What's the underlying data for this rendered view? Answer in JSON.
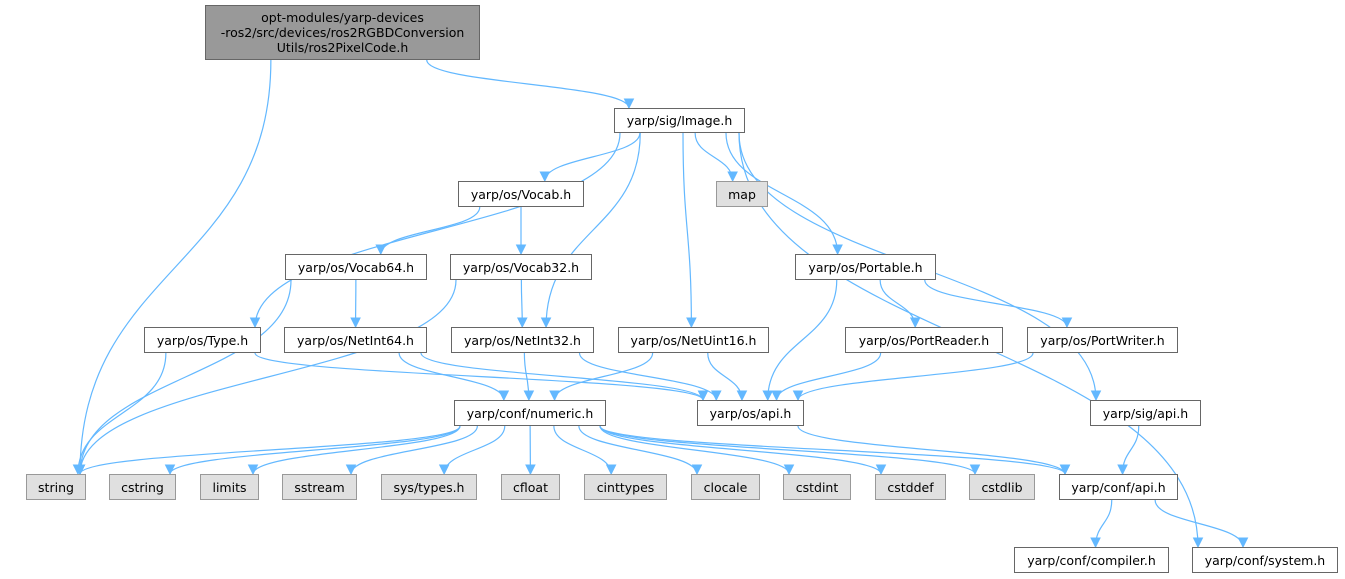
{
  "diagram": {
    "title": "Include dependency graph for ros2PixelCode.h",
    "colors": {
      "edge": "#63b8ff",
      "root_fill": "#999999",
      "ext_fill": "#e0e0e0",
      "node_border": "#666666"
    },
    "nodes": {
      "root": {
        "lines": [
          "opt-modules/yarp-devices",
          "-ros2/src/devices/ros2RGBDConversion",
          "Utils/ros2PixelCode.h"
        ],
        "kind": "root"
      },
      "image": {
        "label": "yarp/sig/Image.h",
        "kind": "internal"
      },
      "vocab": {
        "label": "yarp/os/Vocab.h",
        "kind": "internal"
      },
      "map": {
        "label": "map",
        "kind": "external"
      },
      "portable": {
        "label": "yarp/os/Portable.h",
        "kind": "internal"
      },
      "vocab64": {
        "label": "yarp/os/Vocab64.h",
        "kind": "internal"
      },
      "vocab32": {
        "label": "yarp/os/Vocab32.h",
        "kind": "internal"
      },
      "type": {
        "label": "yarp/os/Type.h",
        "kind": "internal"
      },
      "netint64": {
        "label": "yarp/os/NetInt64.h",
        "kind": "internal"
      },
      "netint32": {
        "label": "yarp/os/NetInt32.h",
        "kind": "internal"
      },
      "netuint16": {
        "label": "yarp/os/NetUint16.h",
        "kind": "internal"
      },
      "portreader": {
        "label": "yarp/os/PortReader.h",
        "kind": "internal"
      },
      "portwriter": {
        "label": "yarp/os/PortWriter.h",
        "kind": "internal"
      },
      "numeric": {
        "label": "yarp/conf/numeric.h",
        "kind": "internal"
      },
      "osapi": {
        "label": "yarp/os/api.h",
        "kind": "internal"
      },
      "sigapi": {
        "label": "yarp/sig/api.h",
        "kind": "internal"
      },
      "string": {
        "label": "string",
        "kind": "external"
      },
      "cstring": {
        "label": "cstring",
        "kind": "external"
      },
      "limits": {
        "label": "limits",
        "kind": "external"
      },
      "sstream": {
        "label": "sstream",
        "kind": "external"
      },
      "systypes": {
        "label": "sys/types.h",
        "kind": "external"
      },
      "cfloat": {
        "label": "cfloat",
        "kind": "external"
      },
      "cinttypes": {
        "label": "cinttypes",
        "kind": "external"
      },
      "clocale": {
        "label": "clocale",
        "kind": "external"
      },
      "cstdint": {
        "label": "cstdint",
        "kind": "external"
      },
      "cstddef": {
        "label": "cstddef",
        "kind": "external"
      },
      "cstdlib": {
        "label": "cstdlib",
        "kind": "external"
      },
      "confapi": {
        "label": "yarp/conf/api.h",
        "kind": "internal"
      },
      "compiler": {
        "label": "yarp/conf/compiler.h",
        "kind": "internal"
      },
      "system": {
        "label": "yarp/conf/system.h",
        "kind": "internal"
      }
    },
    "edges": [
      [
        "root",
        "string"
      ],
      [
        "root",
        "image"
      ],
      [
        "image",
        "vocab"
      ],
      [
        "image",
        "map"
      ],
      [
        "image",
        "portable"
      ],
      [
        "image",
        "type"
      ],
      [
        "image",
        "netint32"
      ],
      [
        "image",
        "netuint16"
      ],
      [
        "image",
        "sigapi"
      ],
      [
        "image",
        "system"
      ],
      [
        "vocab",
        "vocab64"
      ],
      [
        "vocab",
        "vocab32"
      ],
      [
        "vocab64",
        "string"
      ],
      [
        "vocab64",
        "netint64"
      ],
      [
        "vocab32",
        "string"
      ],
      [
        "vocab32",
        "netint32"
      ],
      [
        "type",
        "string"
      ],
      [
        "type",
        "osapi"
      ],
      [
        "netint64",
        "numeric"
      ],
      [
        "netint64",
        "osapi"
      ],
      [
        "netint32",
        "numeric"
      ],
      [
        "netint32",
        "osapi"
      ],
      [
        "netuint16",
        "numeric"
      ],
      [
        "netuint16",
        "osapi"
      ],
      [
        "portable",
        "osapi"
      ],
      [
        "portable",
        "portreader"
      ],
      [
        "portable",
        "portwriter"
      ],
      [
        "portreader",
        "osapi"
      ],
      [
        "portwriter",
        "osapi"
      ],
      [
        "numeric",
        "string"
      ],
      [
        "numeric",
        "cstring"
      ],
      [
        "numeric",
        "limits"
      ],
      [
        "numeric",
        "sstream"
      ],
      [
        "numeric",
        "systypes"
      ],
      [
        "numeric",
        "cfloat"
      ],
      [
        "numeric",
        "cinttypes"
      ],
      [
        "numeric",
        "clocale"
      ],
      [
        "numeric",
        "cstdint"
      ],
      [
        "numeric",
        "cstddef"
      ],
      [
        "numeric",
        "cstdlib"
      ],
      [
        "numeric",
        "confapi"
      ],
      [
        "osapi",
        "confapi"
      ],
      [
        "sigapi",
        "confapi"
      ],
      [
        "confapi",
        "compiler"
      ],
      [
        "confapi",
        "system"
      ]
    ]
  }
}
